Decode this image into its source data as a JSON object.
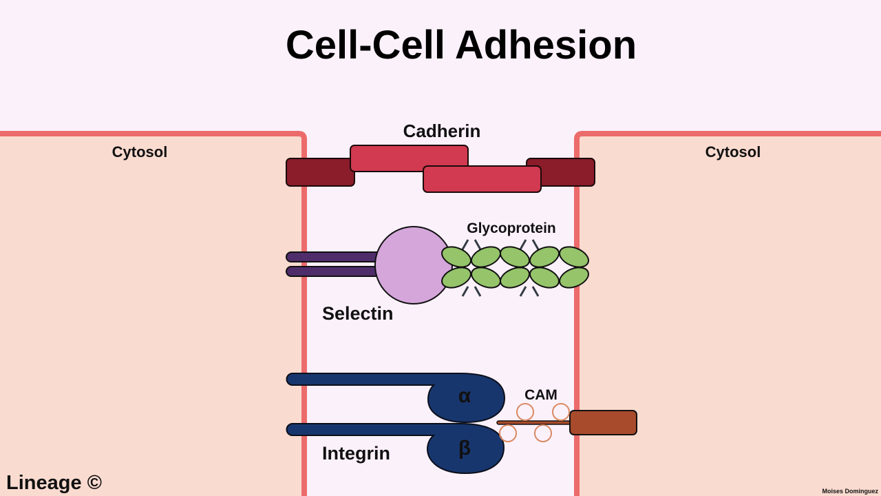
{
  "title": "Cell-Cell Adhesion",
  "labels": {
    "cytosol_left": "Cytosol",
    "cytosol_right": "Cytosol",
    "cadherin": "Cadherin",
    "glycoprotein": "Glycoprotein",
    "selectin": "Selectin",
    "cam": "CAM",
    "integrin": "Integrin",
    "alpha": "α",
    "beta": "β"
  },
  "footer": {
    "brand": "Lineage ©",
    "author": "Moises Dominguez"
  },
  "colors": {
    "background": "#fbf1fb",
    "cytosol": "#fadbd0",
    "membrane": "#ec6b6b",
    "cadherin_dark": "#8b1c2a",
    "cadherin_light": "#d13a50",
    "selectin_stalk": "#4f2d6b",
    "selectin_head": "#d4a6da",
    "glycoprotein": "#95c46a",
    "integrin": "#18366e",
    "cam_body": "#a84b2c",
    "cam_ring": "#d98a62"
  }
}
